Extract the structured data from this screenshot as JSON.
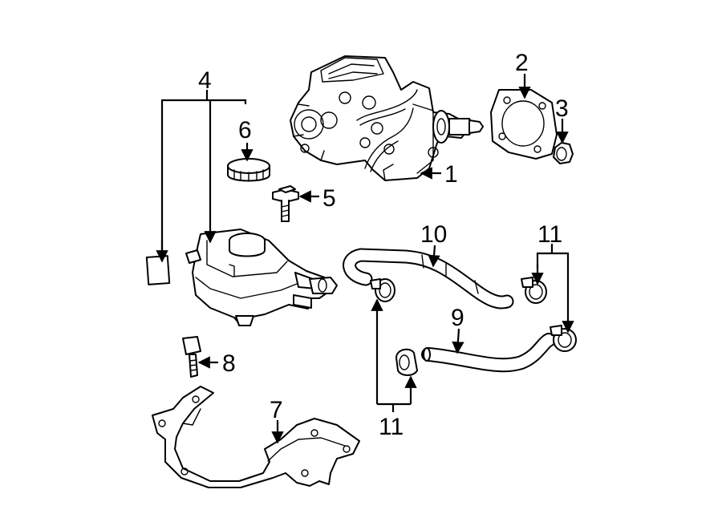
{
  "callouts": {
    "c1": "1",
    "c2": "2",
    "c3": "3",
    "c4": "4",
    "c5": "5",
    "c6": "6",
    "c7": "7",
    "c8": "8",
    "c9": "9",
    "c10": "10",
    "c11a": "11",
    "c11b": "11"
  },
  "parts": [
    {
      "ref": "1",
      "icon": "brake-booster-master-cylinder-icon"
    },
    {
      "ref": "2",
      "icon": "gasket-icon"
    },
    {
      "ref": "3",
      "icon": "nut-icon"
    },
    {
      "ref": "4",
      "icon": "reservoir-icon"
    },
    {
      "ref": "5",
      "icon": "bolt-icon"
    },
    {
      "ref": "6",
      "icon": "cap-icon"
    },
    {
      "ref": "7",
      "icon": "bracket-icon"
    },
    {
      "ref": "8",
      "icon": "bolt-icon"
    },
    {
      "ref": "9",
      "icon": "hose-icon"
    },
    {
      "ref": "10",
      "icon": "hose-icon"
    },
    {
      "ref": "11",
      "icon": "clamp-icon"
    }
  ],
  "colors": {
    "ink": "#000000",
    "background": "#ffffff"
  }
}
